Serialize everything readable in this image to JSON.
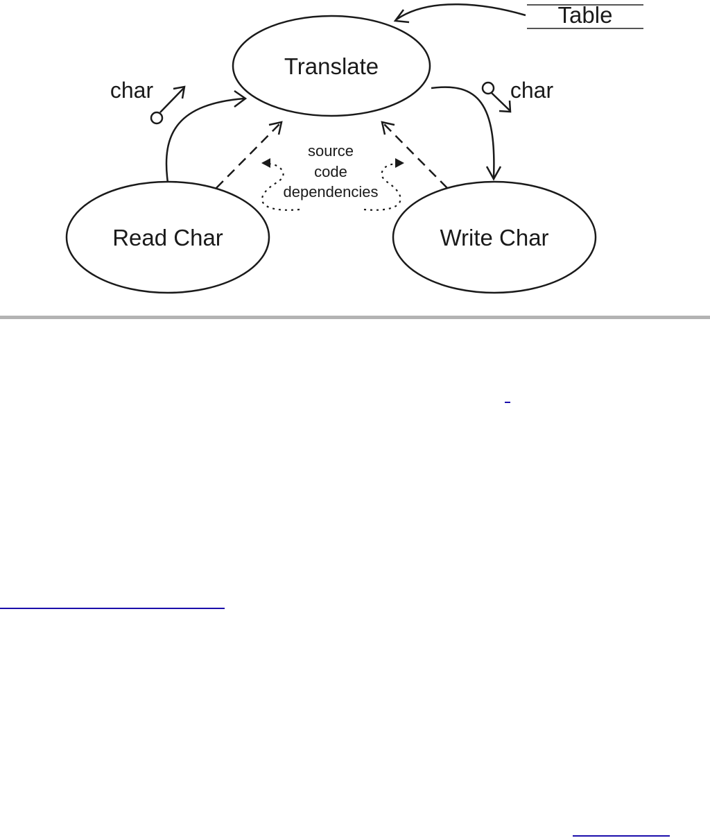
{
  "diagram": {
    "nodes": {
      "translate": "Translate",
      "read_char": "Read Char",
      "write_char": "Write Char"
    },
    "data_store": "Table",
    "couples": {
      "read_output": "char",
      "write_input": "char"
    },
    "dependency_note": [
      "source",
      "code",
      "dependencies"
    ]
  },
  "colors": {
    "ink": "#1a1a1a",
    "separator": "#b3b3b3",
    "link": "#1a0dab"
  }
}
